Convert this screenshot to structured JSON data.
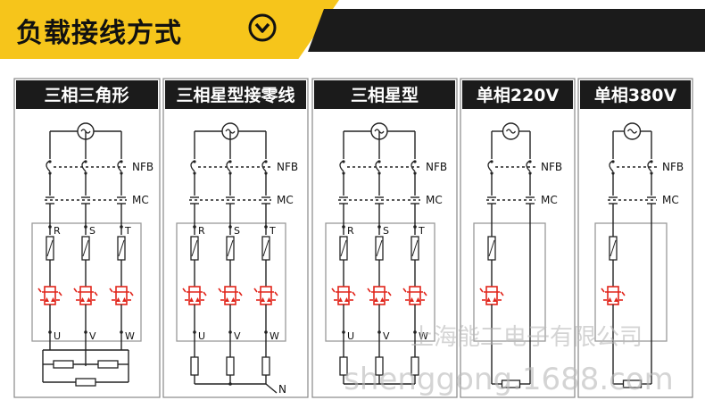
{
  "title": "负载接线方式",
  "title_icon": "chevron-circle-icon",
  "accent_color": "#f6c51b",
  "dark_color": "#1b1b1b",
  "surge_color": "#e1251b",
  "panels": [
    {
      "header": "三相三角形",
      "labels": {
        "breaker": "NFB",
        "contactor": "MC",
        "in": [
          "R",
          "S",
          "T"
        ],
        "out": [
          "U",
          "V",
          "W"
        ]
      }
    },
    {
      "header": "三相星型接零线",
      "labels": {
        "breaker": "NFB",
        "contactor": "MC",
        "in": [
          "R",
          "S",
          "T"
        ],
        "out": [
          "U",
          "V",
          "W"
        ],
        "neutral": "N"
      }
    },
    {
      "header": "三相星型",
      "labels": {
        "breaker": "NFB",
        "contactor": "MC",
        "in": [
          "R",
          "S",
          "T"
        ],
        "out": [
          "U",
          "V",
          "W"
        ]
      }
    },
    {
      "header": "单相220V",
      "labels": {
        "breaker": "NFB",
        "contactor": "MC"
      }
    },
    {
      "header": "单相380V",
      "labels": {
        "breaker": "NFB",
        "contactor": "MC"
      }
    }
  ],
  "watermark": {
    "company": "上海能工电子有限公司",
    "site": "shenggong.1688.com"
  }
}
